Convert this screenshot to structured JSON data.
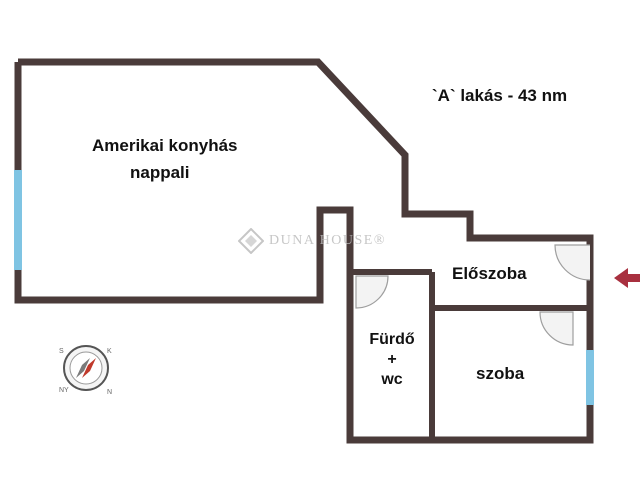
{
  "title": "`A` lakás - 43 nm",
  "rooms": {
    "living_line1": "Amerikai konyhás",
    "living_line2": "nappali",
    "hall": "Előszoba",
    "bathroom": [
      "Fürdő",
      "+",
      "wc"
    ],
    "bedroom": "szoba"
  },
  "watermark": "DUNA HOUSE®",
  "compass": {
    "north_mark": "N"
  },
  "entrance_icon": "arrow-left-icon",
  "colors": {
    "wall": "#4a3b3a",
    "window": "#7fc4e3",
    "entrance_arrow": "#a8303f",
    "door": "#9e9e9e"
  }
}
